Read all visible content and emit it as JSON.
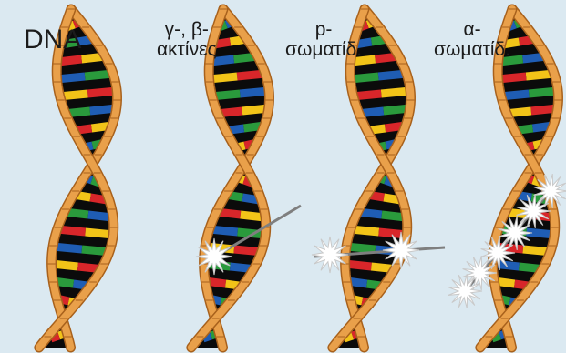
{
  "panels": [
    {
      "id": "dna",
      "label_lines": [
        "DNA"
      ]
    },
    {
      "id": "gamma-beta",
      "label_lines": [
        "γ-, β-",
        "ακτίνες"
      ]
    },
    {
      "id": "proton",
      "label_lines": [
        "p-",
        "σωματίδ."
      ]
    },
    {
      "id": "alpha",
      "label_lines": [
        "α-",
        "σωματίδ."
      ]
    }
  ],
  "colors": {
    "background": "#dbe9f1",
    "backbone": "#e9a04a",
    "backbone_edge": "#a8611c",
    "helix_core": "#0b0b0b",
    "bases": [
      "#d8262a",
      "#1f5db4",
      "#f2c418",
      "#2a9a3c"
    ],
    "track": "#7f7f7f",
    "impact": "#ffffff"
  }
}
